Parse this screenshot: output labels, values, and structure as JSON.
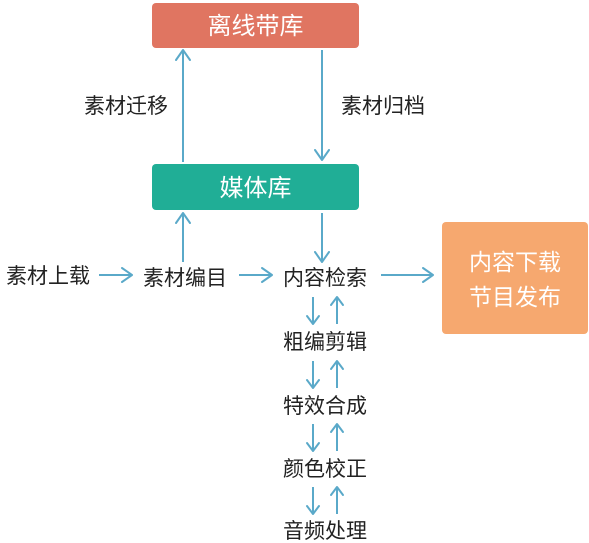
{
  "colors": {
    "archive_box": "#e07561",
    "media_box": "#20ae96",
    "output_box": "#f6a86f",
    "arrow": "#5aa9c9",
    "text": "#222222"
  },
  "boxes": {
    "offline_tape": "离线带库",
    "media_library": "媒体库",
    "output_line1": "内容下载",
    "output_line2": "节目发布"
  },
  "labels": {
    "migrate": "素材迁移",
    "archive": "素材归档",
    "ingest": "素材上载",
    "catalog": "素材编目",
    "search": "内容检索",
    "rough_edit": "粗编剪辑",
    "effects": "特效合成",
    "color_correction": "颜色校正",
    "audio": "音频处理"
  }
}
